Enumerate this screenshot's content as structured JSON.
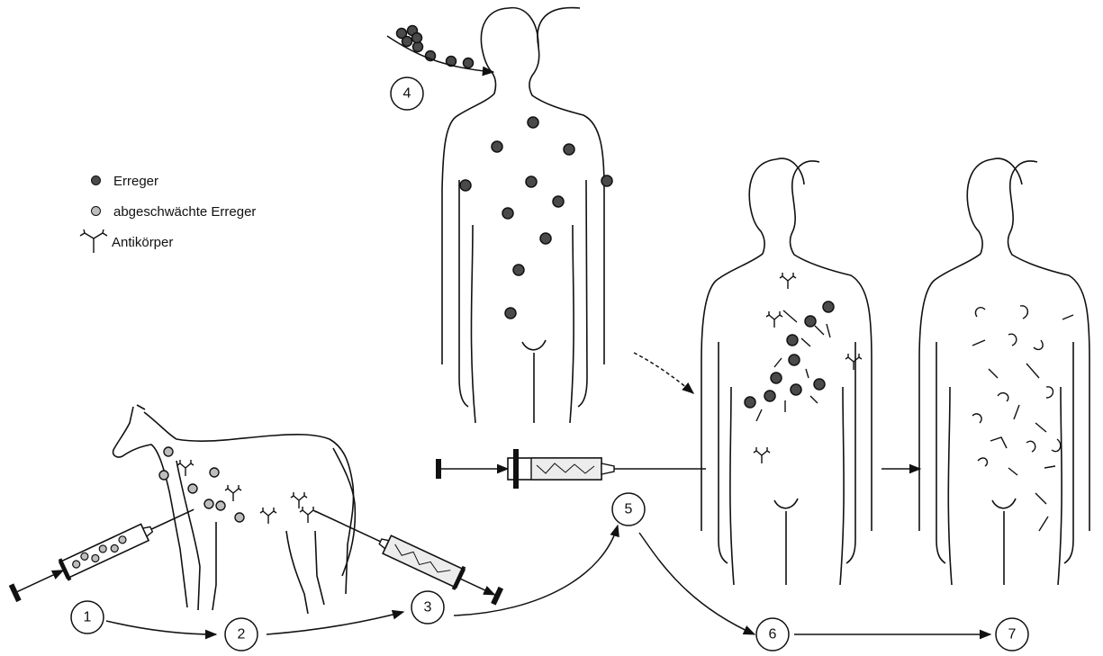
{
  "legend": {
    "pathogen": "Erreger",
    "weakened_pathogen": "abgeschwächte Erreger",
    "antibody": "Antikörper"
  },
  "steps": [
    "1",
    "2",
    "3",
    "4",
    "5",
    "6",
    "7"
  ],
  "colors": {
    "pathogen_fill": "#4a4a4a",
    "weakened_fill": "#bdbdbd",
    "line": "#111111",
    "serum_fill": "#ececec"
  }
}
